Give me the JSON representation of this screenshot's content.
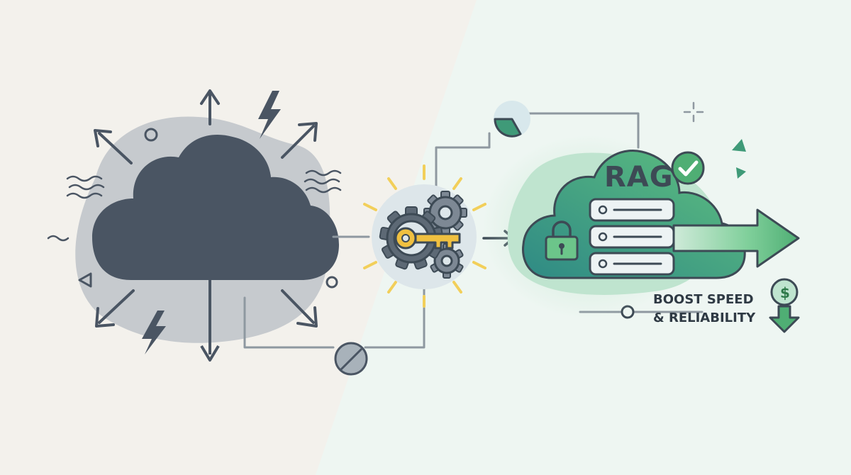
{
  "rag": {
    "label": "RAG"
  },
  "caption": {
    "line1": "BOOST SPEED",
    "line2": "& RELIABILITY"
  },
  "cost_icon": {
    "symbol": "$"
  },
  "icons": {
    "left_cloud": "cloud-icon",
    "connector": "gears-key-icon",
    "rag_cloud": "rag-cloud-icon",
    "lock": "lock-icon",
    "check": "check-icon",
    "arrow": "arrow-right-icon",
    "cost_down": "dollar-down-icon"
  },
  "colors": {
    "left_background": "#f3f1ec",
    "right_background": "#eef6f2",
    "cloud_dark": "#4a5563",
    "blob_grey": "#c6cace",
    "green_light": "#bfe4cf",
    "green": "#4fae74",
    "teal": "#2f8a85",
    "key_yellow": "#f0c040",
    "ray_yellow": "#f2cf5a",
    "line_grey": "#8e98a0"
  }
}
